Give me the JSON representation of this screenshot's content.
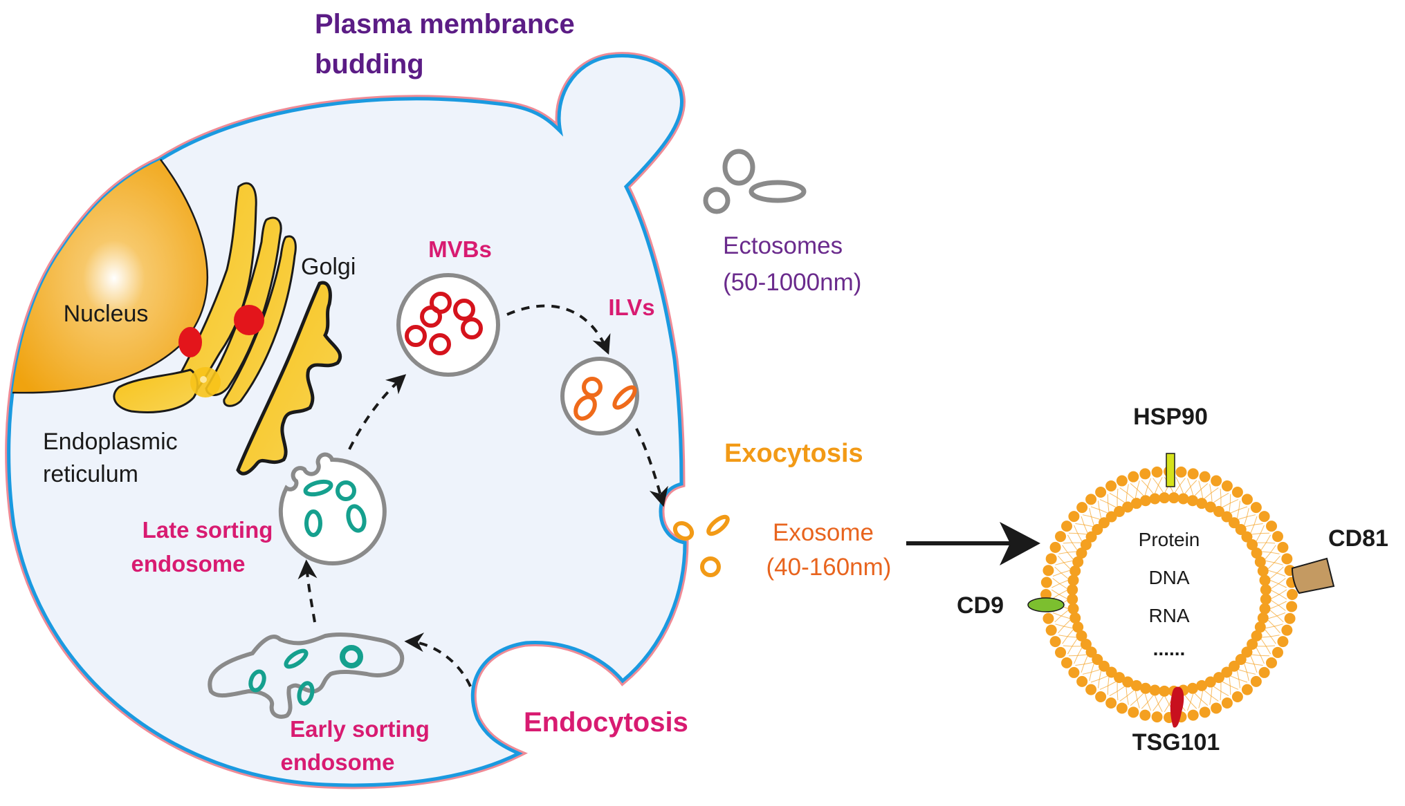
{
  "title_lines": [
    "Plasma membrance",
    "budding"
  ],
  "labels": {
    "nucleus": "Nucleus",
    "golgi": "Golgi",
    "er": [
      "Endoplasmic",
      "reticulum"
    ],
    "mvbs": "MVBs",
    "ilvs": "ILVs",
    "late_sorting": [
      "Late sorting",
      "endosome"
    ],
    "early_sorting": [
      "Early sorting",
      "endosome"
    ],
    "endocytosis": "Endocytosis",
    "exocytosis": "Exocytosis",
    "ectosomes": [
      "Ectosomes",
      "(50-1000nm)"
    ],
    "exosome": [
      "Exosome",
      "(40-160nm)"
    ]
  },
  "exosome_detail": {
    "markers": {
      "top": "HSP90",
      "right": "CD81",
      "left": "CD9",
      "bottom": "TSG101"
    },
    "cargo": [
      "Protein",
      "DNA",
      "RNA",
      "......"
    ]
  },
  "colors": {
    "title_purple": "#5b1c85",
    "ectosome_purple": "#6a2a8c",
    "magenta": "#d81b71",
    "orange_label": "#f29a16",
    "exosome_label": "#e8641e",
    "cell_fill": "#eef3fb",
    "membrane_blue": "#1a9ae0",
    "membrane_pink": "#ef8b96",
    "nucleus": "#f0a30f",
    "golgi_yellow": "#f7c31a",
    "er_red": "#e3151b",
    "vesicle_gray": "#8a8a8a",
    "mvb_red": "#d5131c",
    "ilv_orange": "#ef6a1a",
    "teal": "#15a08e",
    "lipid_orange": "#f4a020",
    "hsp90": "#d6e21b",
    "cd81": "#c49a62",
    "cd9": "#7cbf2f",
    "tsg101": "#c8101e"
  }
}
